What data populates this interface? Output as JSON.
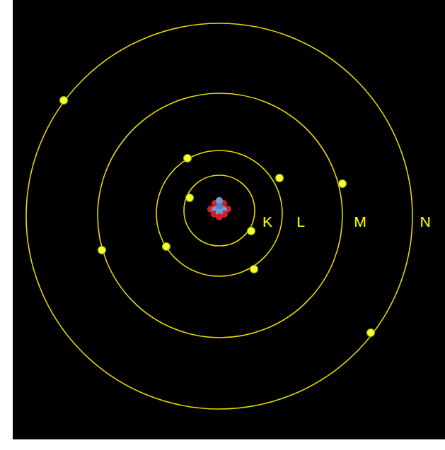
{
  "diagram": {
    "labels": [
      "K",
      "L",
      "M",
      "N"
    ]
  }
}
